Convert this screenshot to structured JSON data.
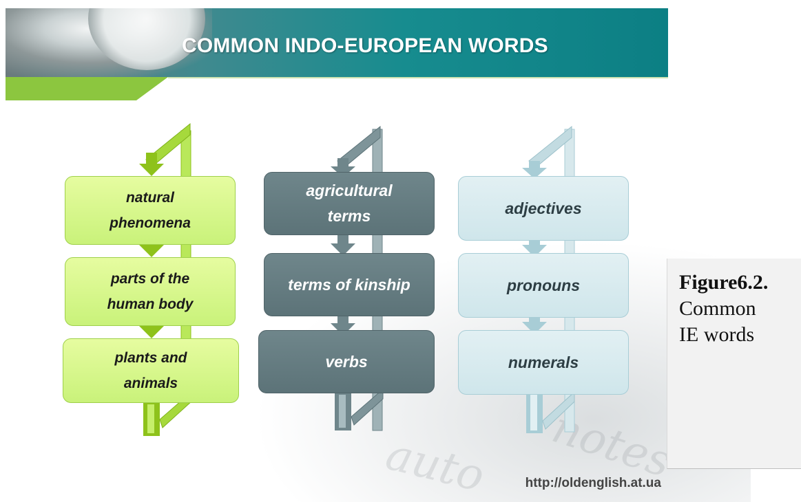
{
  "header": {
    "title": "COMMON INDO-EUROPEAN WORDS"
  },
  "colors": {
    "green_fill": "#d6f78a",
    "green_arrow": "#8ec21b",
    "gray_fill": "#667d82",
    "blue_fill": "#d8ebef",
    "banner_teal": "#178c8f"
  },
  "columns": [
    {
      "id": "left",
      "items": [
        [
          "natural",
          "phenomena"
        ],
        [
          "parts of the",
          "human body"
        ],
        [
          "plants and",
          "animals"
        ]
      ]
    },
    {
      "id": "middle",
      "items": [
        [
          "agricultural",
          "terms"
        ],
        [
          "terms of kinship"
        ],
        [
          "verbs"
        ]
      ]
    },
    {
      "id": "right",
      "items": [
        [
          "adjectives"
        ],
        [
          "pronouns"
        ],
        [
          "numerals"
        ]
      ]
    }
  ],
  "caption": {
    "title": "Figure6.2.",
    "text_line1": "Common",
    "text_line2": "IE words"
  },
  "footer": {
    "url": "http://oldenglish.at.ua"
  },
  "background_words": [
    "notes",
    "auto"
  ]
}
